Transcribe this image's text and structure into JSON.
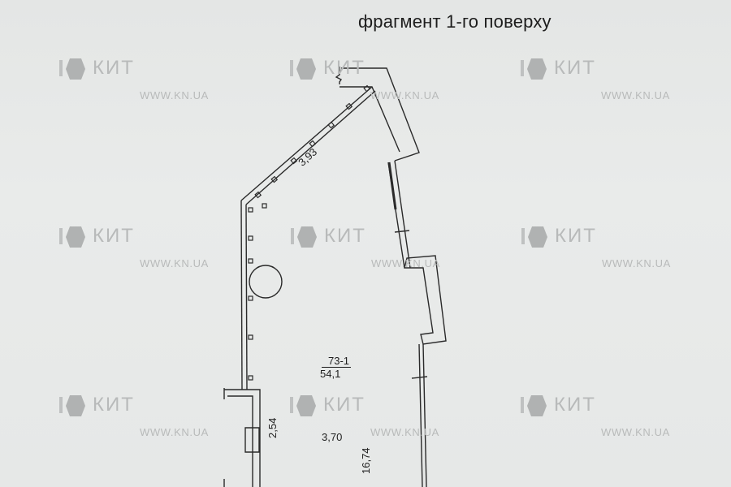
{
  "title": "фрагмент 1-го поверху",
  "room": {
    "id": "73-1",
    "area": "54,1"
  },
  "dimensions": {
    "diagonal_wall": "3,93",
    "width_main": "3,70",
    "left_niche": "2,54",
    "length_right": "16,74"
  },
  "watermark": {
    "brand": "КИТ",
    "url": "WWW.KN.UA",
    "icon": "kit-hexagon-logo-icon",
    "color": "#b8baba"
  },
  "colors": {
    "background": "#e7e9e8",
    "line": "#2a2a2a",
    "text": "#1e1e1e"
  }
}
